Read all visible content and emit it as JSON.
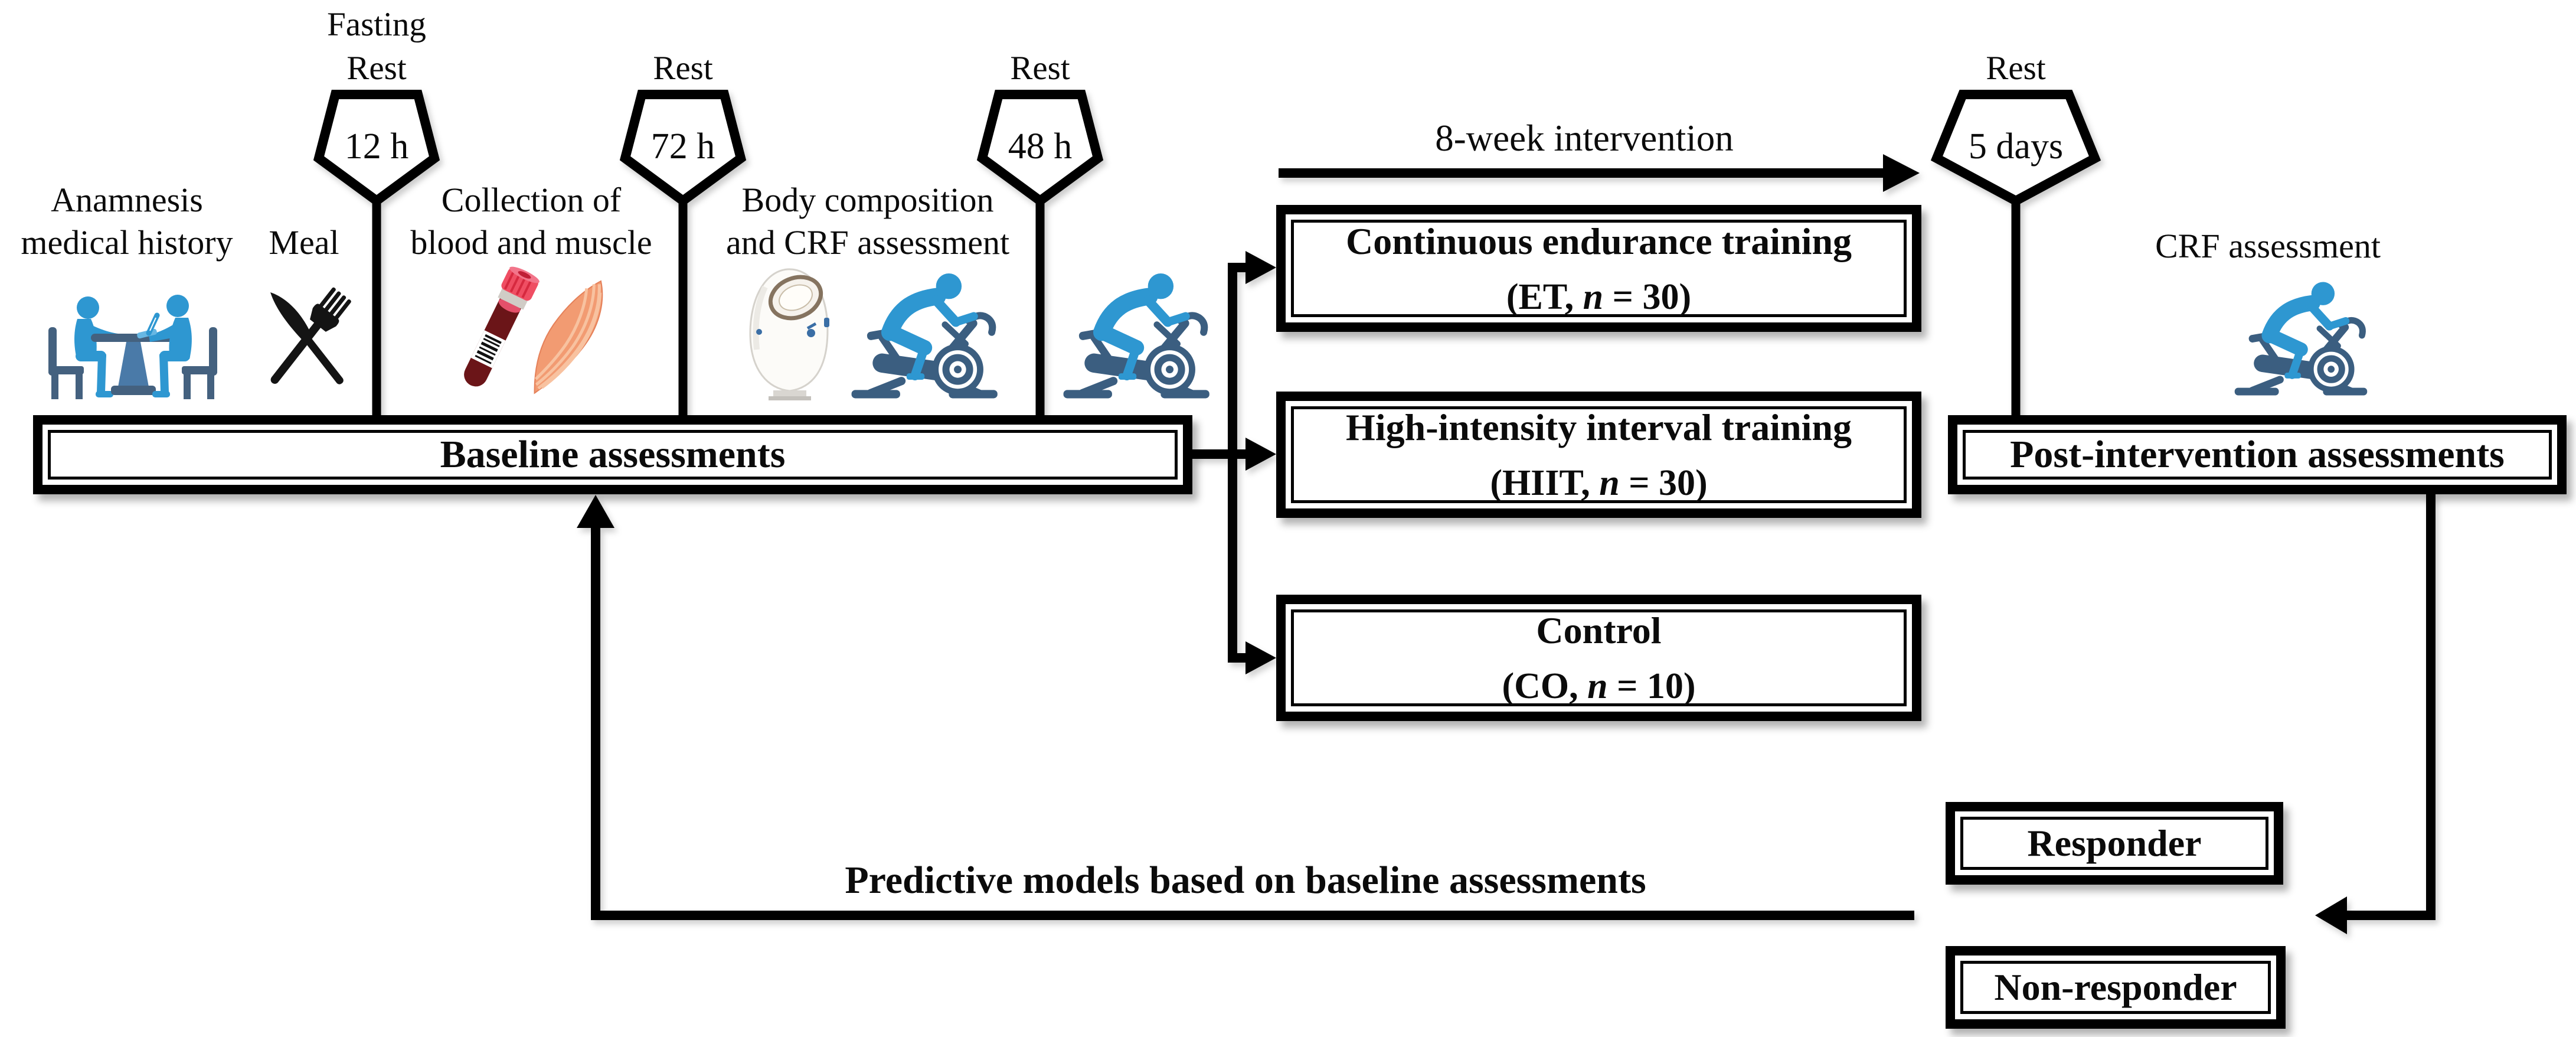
{
  "colors": {
    "ink": "#0b0b0b",
    "line_black": "#000000",
    "person_blue": "#2e97d1",
    "equipment_slate_blue": "#3b5e80",
    "chair_slate": "#44617f",
    "table_pedestal_blue": "#4a7aa8",
    "cutlery_black": "#141414",
    "tube_cap_red": "#ef4e63",
    "tube_blood_maroon": "#6b1518",
    "tube_blood_surface": "#e4506a",
    "tube_collar_gray": "#d0ccc6",
    "muscle_salmon": "#f29b72",
    "muscle_stripe": "#f8c2a0",
    "bodpod_white": "#fcfbf8",
    "bodpod_opening_brown": "#85735f",
    "bodpod_accent_blue": "#3a6ea5",
    "background": "#ffffff"
  },
  "timeline": {
    "markers": [
      {
        "label_line1": "Fasting",
        "label_line2": "Rest",
        "value": "12 h"
      },
      {
        "label_line1": "",
        "label_line2": "Rest",
        "value": "72 h"
      },
      {
        "label_line1": "",
        "label_line2": "Rest",
        "value": "48 h"
      },
      {
        "label_line1": "",
        "label_line2": "Rest",
        "value": "5 days"
      }
    ]
  },
  "captions": {
    "anamnesis_line1": "Anamnesis",
    "anamnesis_line2": "medical history",
    "meal": "Meal",
    "collection_line1": "Collection of",
    "collection_line2": "blood and muscle",
    "body_line1": "Body composition",
    "body_line2": "and CRF assessment",
    "crf_post": "CRF assessment"
  },
  "boxes": {
    "baseline": "Baseline assessments",
    "post": "Post-intervention assessments",
    "responder": "Responder",
    "non_responder": "Non-responder"
  },
  "intervention": {
    "arrow_label": "8-week intervention",
    "groups": [
      {
        "title": "Continuous endurance training",
        "sub_prefix": "(ET, ",
        "n": "n",
        "sub_suffix": " = 30)"
      },
      {
        "title": "High-intensity interval training",
        "sub_prefix": "(HIIT, ",
        "n": "n",
        "sub_suffix": " = 30)"
      },
      {
        "title": "Control",
        "sub_prefix": "(CO, ",
        "n": "n",
        "sub_suffix": " = 10)"
      }
    ]
  },
  "feedback": {
    "label": "Predictive models based on baseline assessments"
  },
  "icons": [
    "interview-table-icon",
    "meal-cutlery-icon",
    "blood-tube-icon",
    "muscle-icon",
    "bodpod-icon",
    "exercise-bike-icon"
  ]
}
